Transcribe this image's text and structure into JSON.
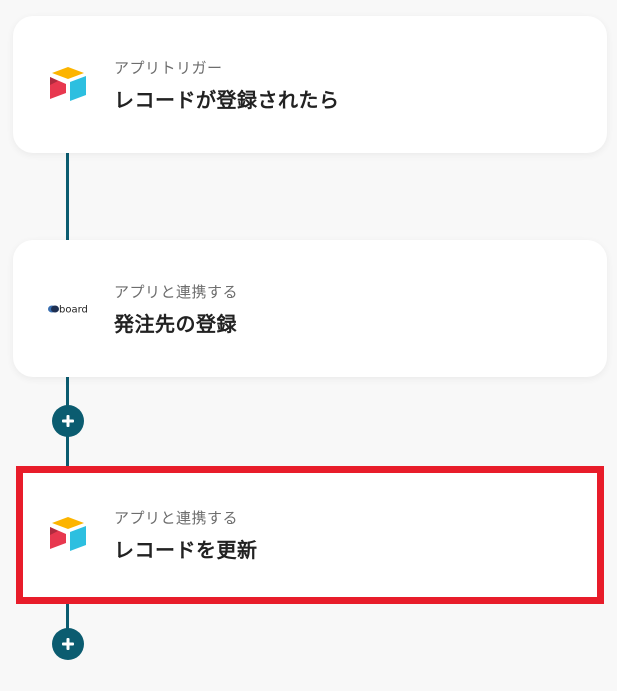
{
  "flow": {
    "steps": [
      {
        "app": "Airtable",
        "icon": "airtable-icon",
        "subtitle": "アプリトリガー",
        "title": "レコードが登録されたら",
        "highlighted": false
      },
      {
        "app": "board",
        "icon": "board-logo-icon",
        "logo_text": "board",
        "subtitle": "アプリと連携する",
        "title": "発注先の登録",
        "highlighted": false
      },
      {
        "app": "Airtable",
        "icon": "airtable-icon",
        "subtitle": "アプリと連携する",
        "title": "レコードを更新",
        "highlighted": true
      }
    ],
    "add_step_icon": "plus-icon"
  },
  "colors": {
    "connector": "#0b5c70",
    "highlight_border": "#e81d2a",
    "card_background": "#ffffff",
    "page_background": "#f8f8f8",
    "airtable_yellow": "#fcb400",
    "airtable_red": "#e8384f",
    "airtable_blue": "#2dbfe0"
  }
}
